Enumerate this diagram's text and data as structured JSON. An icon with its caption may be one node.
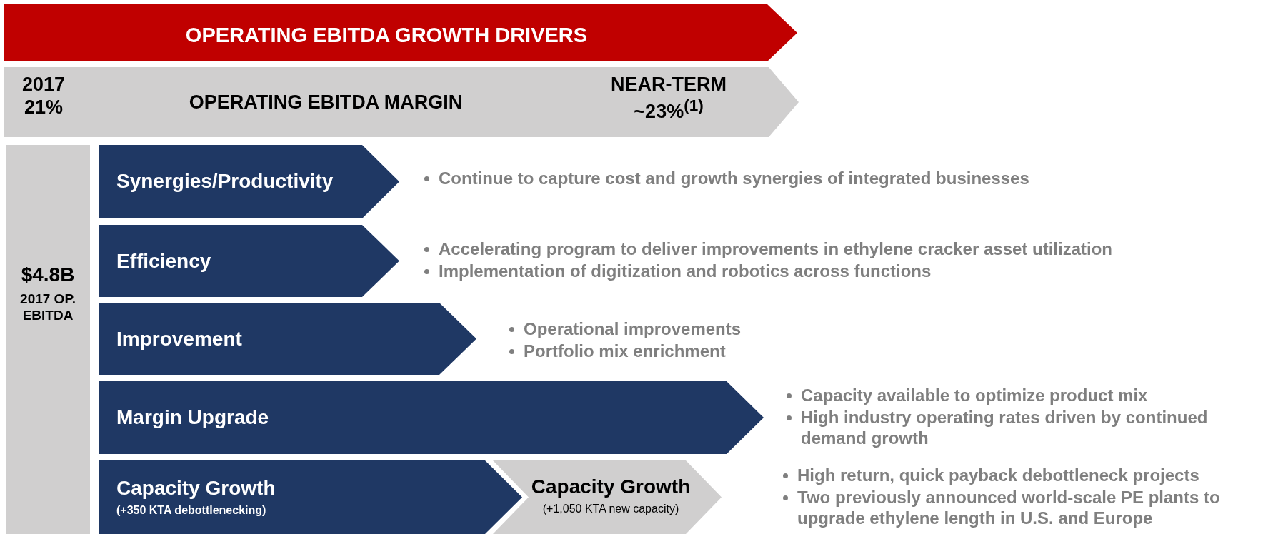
{
  "diagram": {
    "nodes": [
      {
        "text": [
          "OPERATING EBITDA GROWTH DRIVERS"
        ]
      },
      {
        "text": [
          "2017 21%",
          "OPERATING EBITDA MARGIN",
          "NEAR-TERM ~23%$^{(1)}$"
        ]
      },
      {
        "text": [
          "$4.8B",
          "2017 OP. EBITDA"
        ]
      },
      {
        "text": [
          "Synergies/Productivity"
        ],
        "beside": [
          "Continue to capture cost and growth synergies of integrated businesses"
        ]
      },
      {
        "text": [
          "Efficiency"
        ],
        "beside": [
          "Accelerating program to deliver improvements in ethylene cracker asset utilization",
          "Implementation of digitization and robotics across functions"
        ]
      },
      {
        "text": [
          "Improvement"
        ],
        "beside": [
          "Operational improvements",
          "Portfolio mix enrichment"
        ]
      },
      {
        "text": [
          "Margin Upgrade"
        ],
        "beside": [
          "Capacity available to optimize product mix",
          "High industry operating rates driven by continued demand growth"
        ]
      },
      {
        "text": [
          "Capacity Growth",
          "(+350 KTA debottlenecking)"
        ]
      },
      {
        "text": [
          "Capacity Growth",
          "(+1,050 KTA new capacity)"
        ],
        "beside": [
          "High return, quick payback debottleneck projects",
          "Two previously announced world-scale PE plants to upgrade ethylene length in U.S. and Europe"
        ]
      }
    ]
  }
}
